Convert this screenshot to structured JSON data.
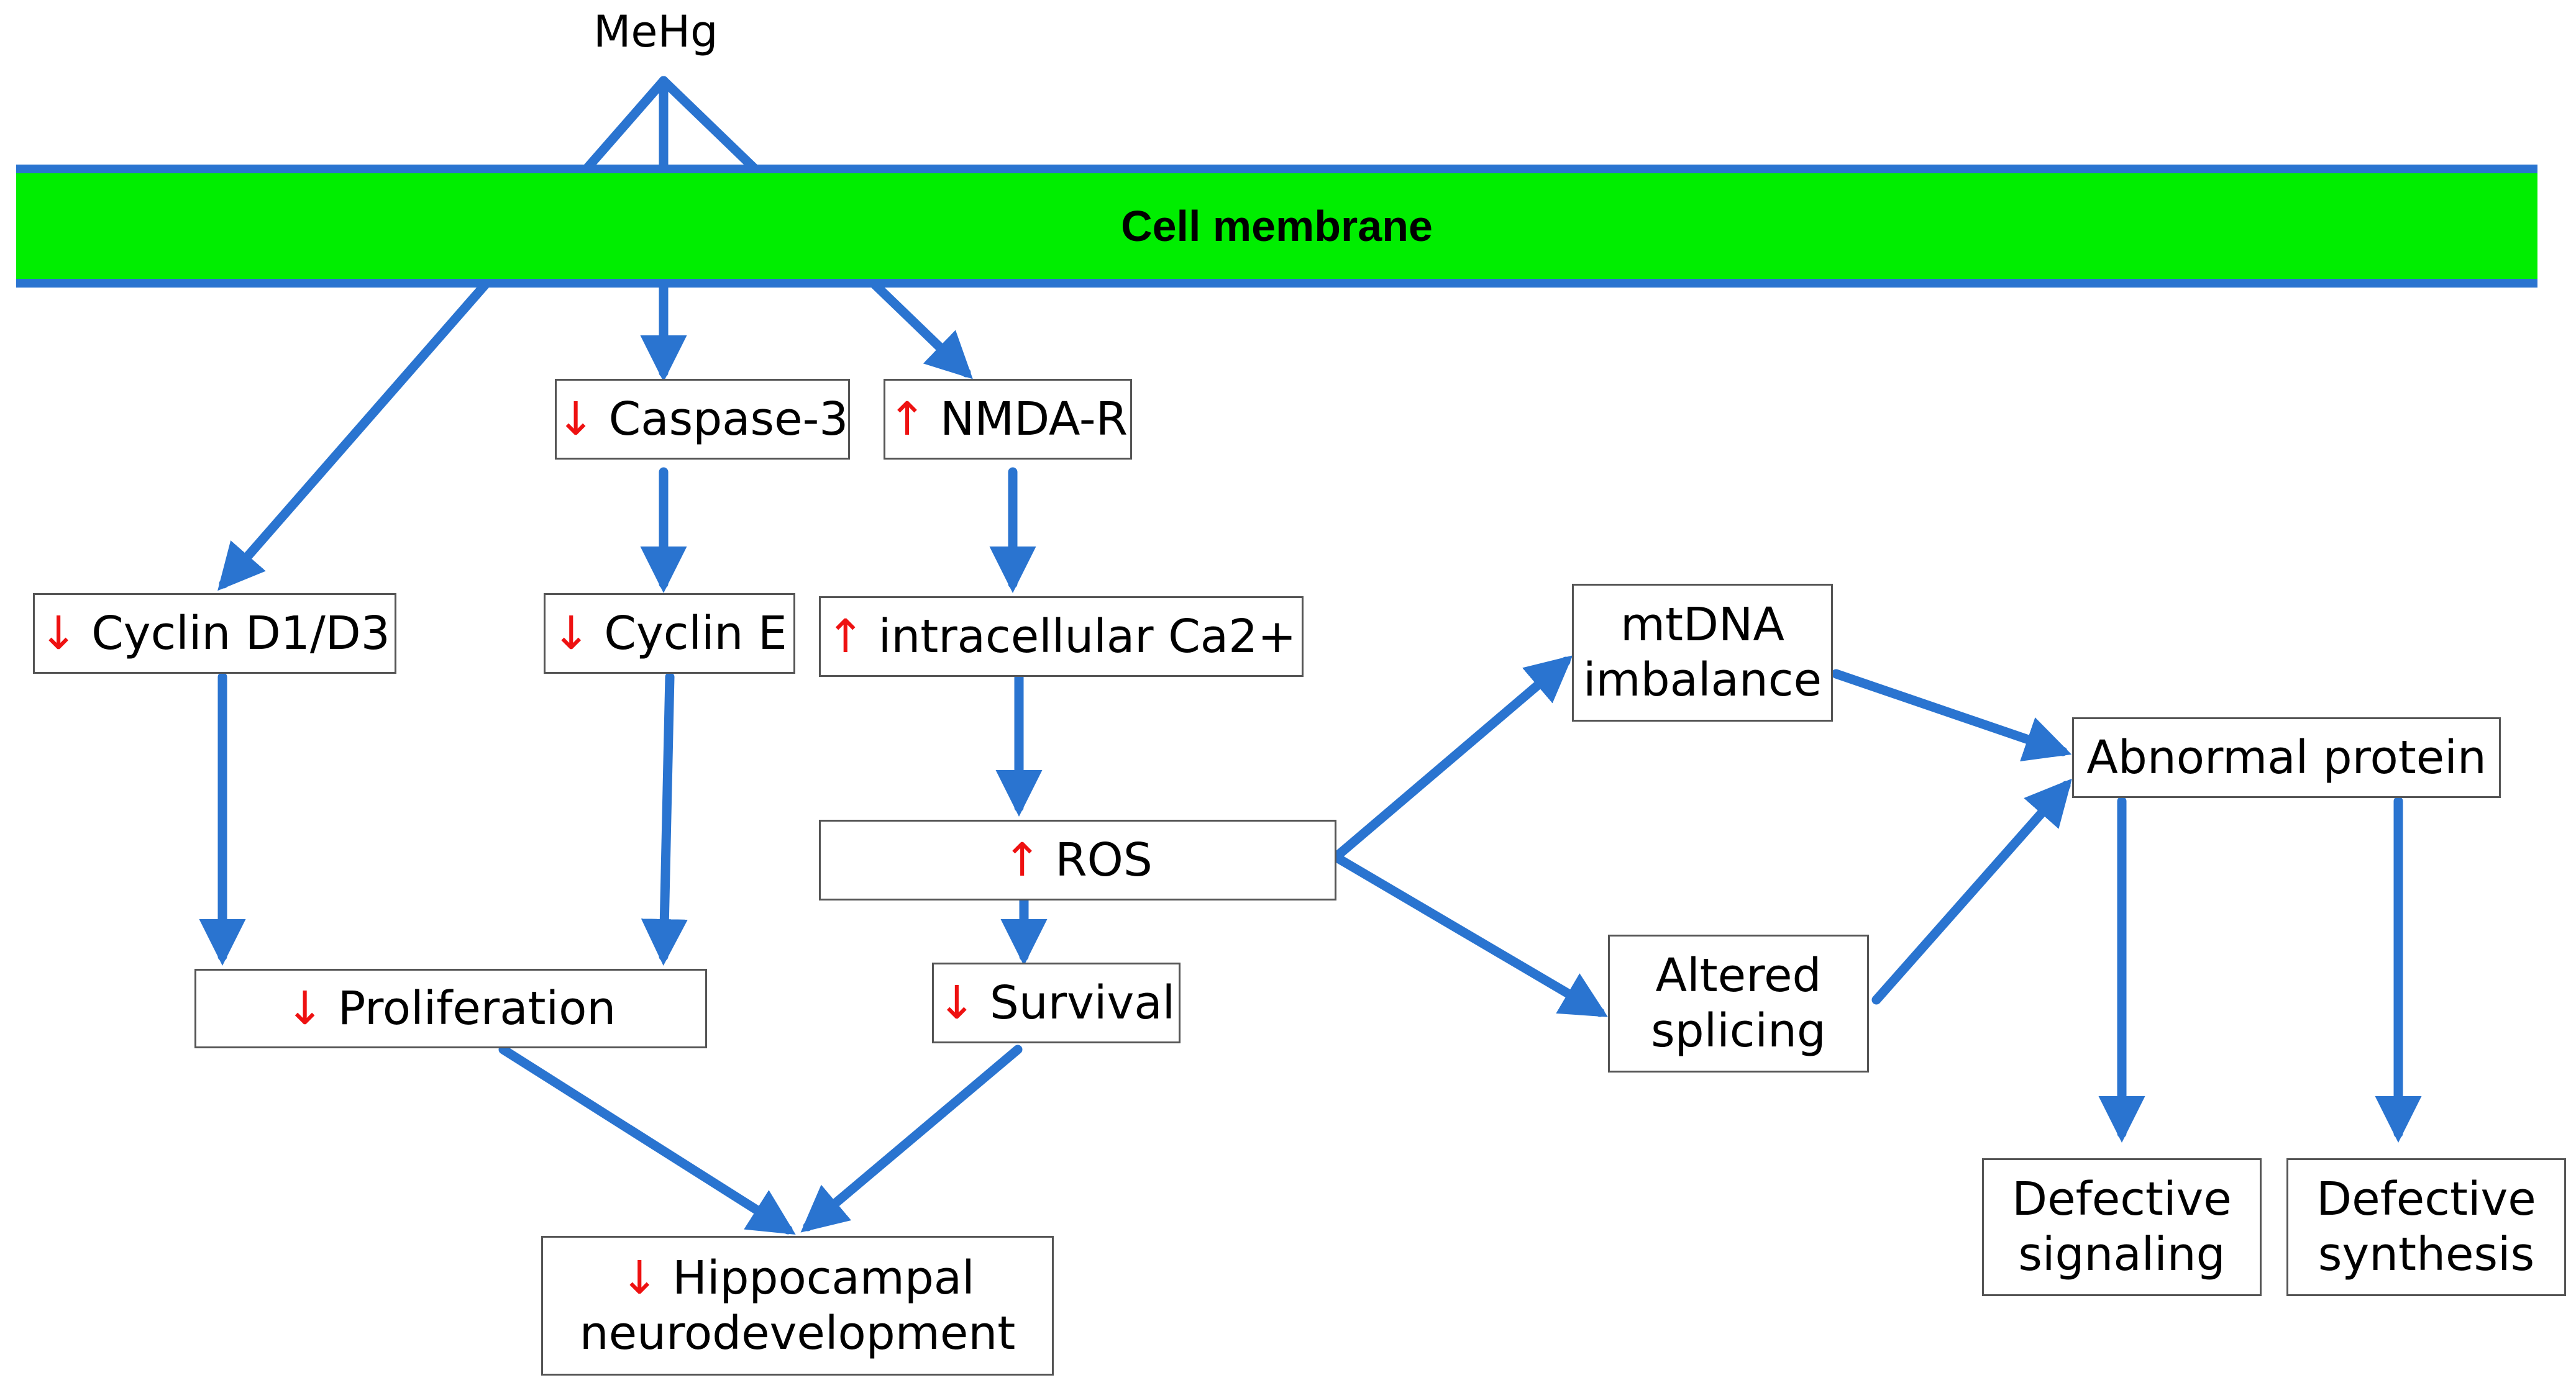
{
  "source": "MeHg",
  "membrane_label": "Cell membrane",
  "nodes": {
    "caspase3": {
      "indicator": "↓",
      "text": "Caspase-3"
    },
    "nmdar": {
      "indicator": "↑",
      "text": "NMDA-R"
    },
    "cyclin_d": {
      "indicator": "↓",
      "text": "Cyclin D1/D3"
    },
    "cyclin_e": {
      "indicator": "↓",
      "text": "Cyclin E"
    },
    "ca": {
      "indicator": "↑",
      "text": "intracellular Ca2+"
    },
    "ros": {
      "indicator": "↑",
      "text": "ROS"
    },
    "prolif": {
      "indicator": "↓",
      "text": "Proliferation"
    },
    "survival": {
      "indicator": "↓",
      "text": "Survival"
    },
    "hippo": {
      "indicator": "↓",
      "line1": "Hippocampal",
      "line2": "neurodevelopment"
    },
    "mtdna": {
      "line1": "mtDNA",
      "line2": "imbalance"
    },
    "splicing": {
      "line1": "Altered",
      "line2": "splicing"
    },
    "abnormal": {
      "text": "Abnormal protein"
    },
    "signaling": {
      "line1": "Defective",
      "line2": "signaling"
    },
    "synthesis": {
      "line1": "Defective",
      "line2": "synthesis"
    }
  },
  "colors": {
    "arrow": "#2a74d0",
    "membrane": "#00ee00",
    "down_up_indicator": "#ee1111"
  }
}
